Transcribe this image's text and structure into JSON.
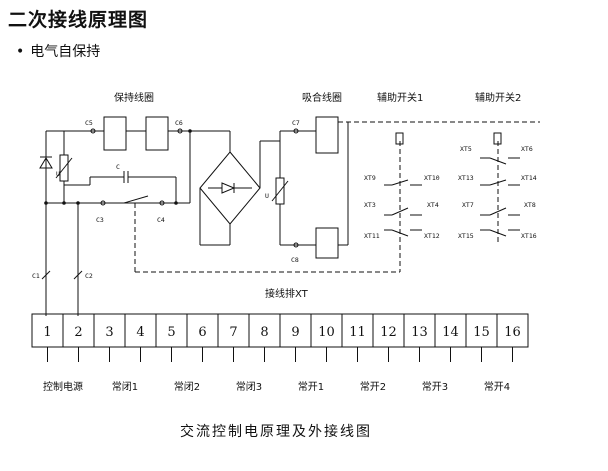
{
  "header": {
    "title": "二次接线原理图",
    "bullet": "电气自保持"
  },
  "diagram": {
    "labels": {
      "hold_coil": "保持线圈",
      "pull_coil": "吸合线圈",
      "aux_switch_1": "辅助开关1",
      "aux_switch_2": "辅助开关2",
      "terminal_block": "接线排XT",
      "caption": "交流控制电原理及外接线图"
    },
    "small_labels": {
      "c1": "C1",
      "c2": "C2",
      "c3": "C3",
      "c4": "C4",
      "c5": "C5",
      "c6": "C6",
      "c7": "C7",
      "c8": "C8",
      "c": "C",
      "u_left": "U",
      "u_right": "U"
    },
    "xt_labels": {
      "xt9": "XT9",
      "xt10": "XT10",
      "xt3": "XT3",
      "xt4": "XT4",
      "xt11": "XT11",
      "xt12": "XT12",
      "xt5": "XT5",
      "xt6": "XT6",
      "xt13": "XT13",
      "xt14": "XT14",
      "xt7": "XT7",
      "xt8": "XT8",
      "xt15": "XT15",
      "xt16": "XT16"
    },
    "terminals": [
      "1",
      "2",
      "3",
      "4",
      "5",
      "6",
      "7",
      "8",
      "9",
      "10",
      "11",
      "12",
      "13",
      "14",
      "15",
      "16"
    ],
    "terminal_groups": [
      "控制电源",
      "常闭1",
      "常闭2",
      "常闭3",
      "常开1",
      "常开2",
      "常开3",
      "常开4"
    ]
  }
}
